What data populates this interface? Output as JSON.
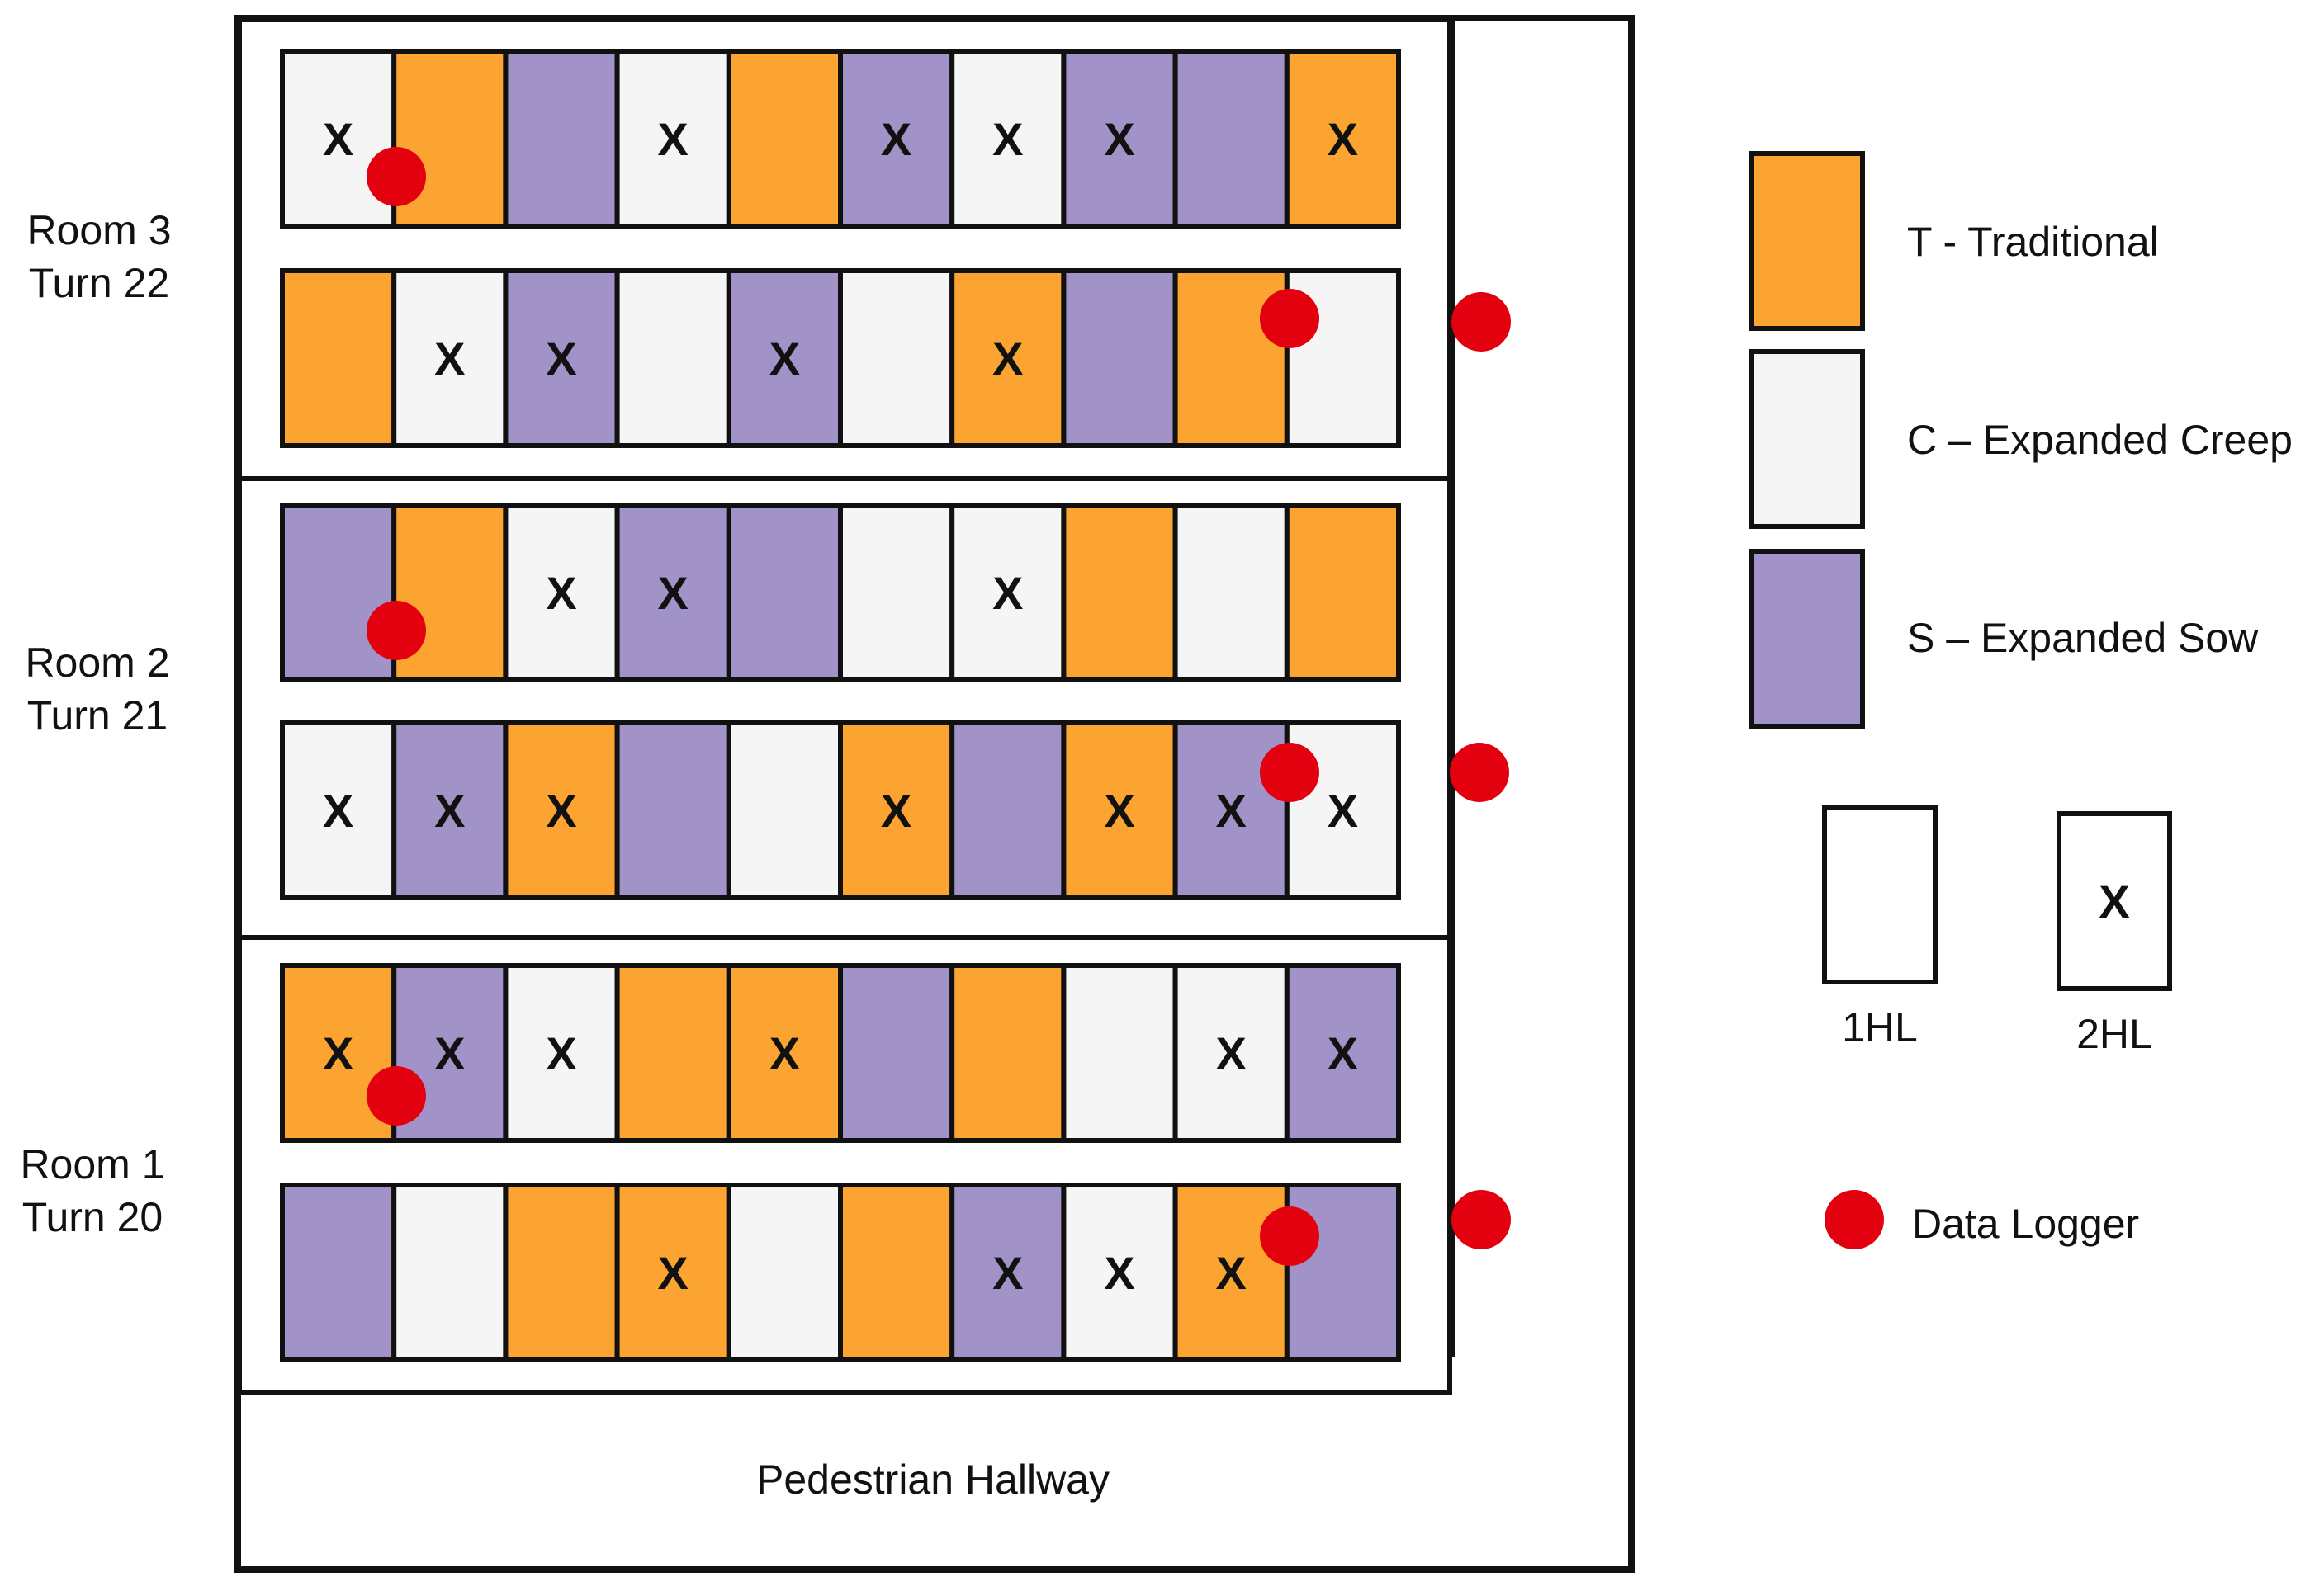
{
  "rooms": [
    {
      "room": "Room 3",
      "turn": "Turn 22"
    },
    {
      "room": "Room 2",
      "turn": "Turn 21"
    },
    {
      "room": "Room 1",
      "turn": "Turn 20"
    }
  ],
  "rows": [
    {
      "types": [
        "C",
        "T",
        "S",
        "C",
        "T",
        "S",
        "C",
        "S",
        "S",
        "T"
      ],
      "marks": [
        1,
        0,
        0,
        1,
        0,
        1,
        1,
        1,
        0,
        1
      ]
    },
    {
      "types": [
        "T",
        "C",
        "S",
        "C",
        "S",
        "C",
        "T",
        "S",
        "T",
        "C"
      ],
      "marks": [
        0,
        1,
        1,
        0,
        1,
        0,
        1,
        0,
        0,
        0
      ]
    },
    {
      "types": [
        "S",
        "T",
        "C",
        "S",
        "S",
        "C",
        "C",
        "T",
        "C",
        "T"
      ],
      "marks": [
        0,
        0,
        1,
        1,
        0,
        0,
        1,
        0,
        0,
        0
      ]
    },
    {
      "types": [
        "C",
        "S",
        "T",
        "S",
        "C",
        "T",
        "S",
        "T",
        "S",
        "C"
      ],
      "marks": [
        1,
        1,
        1,
        0,
        0,
        1,
        0,
        1,
        1,
        1
      ]
    },
    {
      "types": [
        "T",
        "S",
        "C",
        "T",
        "T",
        "S",
        "T",
        "C",
        "C",
        "S"
      ],
      "marks": [
        1,
        1,
        1,
        0,
        1,
        0,
        0,
        0,
        1,
        1
      ]
    },
    {
      "types": [
        "S",
        "C",
        "T",
        "T",
        "C",
        "T",
        "S",
        "C",
        "T",
        "S"
      ],
      "marks": [
        0,
        0,
        0,
        1,
        0,
        0,
        1,
        1,
        1,
        0
      ]
    }
  ],
  "mark_symbol": "X",
  "hallway_label": "Pedestrian Hallway",
  "legend": {
    "traditional": "T - Traditional",
    "creep": "C – Expanded Creep",
    "sow": "S – Expanded Sow",
    "one_hl": "1HL",
    "two_hl": "2HL",
    "two_hl_mark": "X",
    "data_logger": "Data Logger"
  },
  "colors": {
    "T": "#FBA431",
    "C": "#F5F5F5",
    "S": "#A193C8",
    "data_logger": "#E3000F",
    "line": "#111111"
  }
}
